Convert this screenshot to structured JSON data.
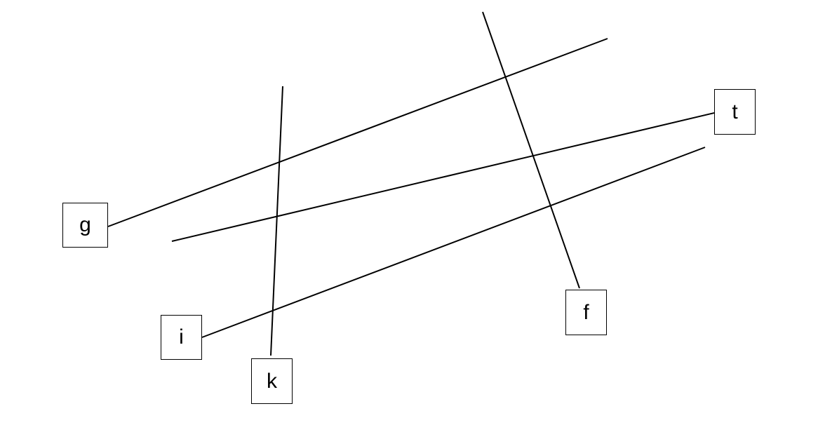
{
  "labels": {
    "g": "g",
    "t": "t",
    "f": "f",
    "i": "i",
    "k": "k"
  },
  "colors": {
    "line": "#000000",
    "background": "#ffffff"
  }
}
